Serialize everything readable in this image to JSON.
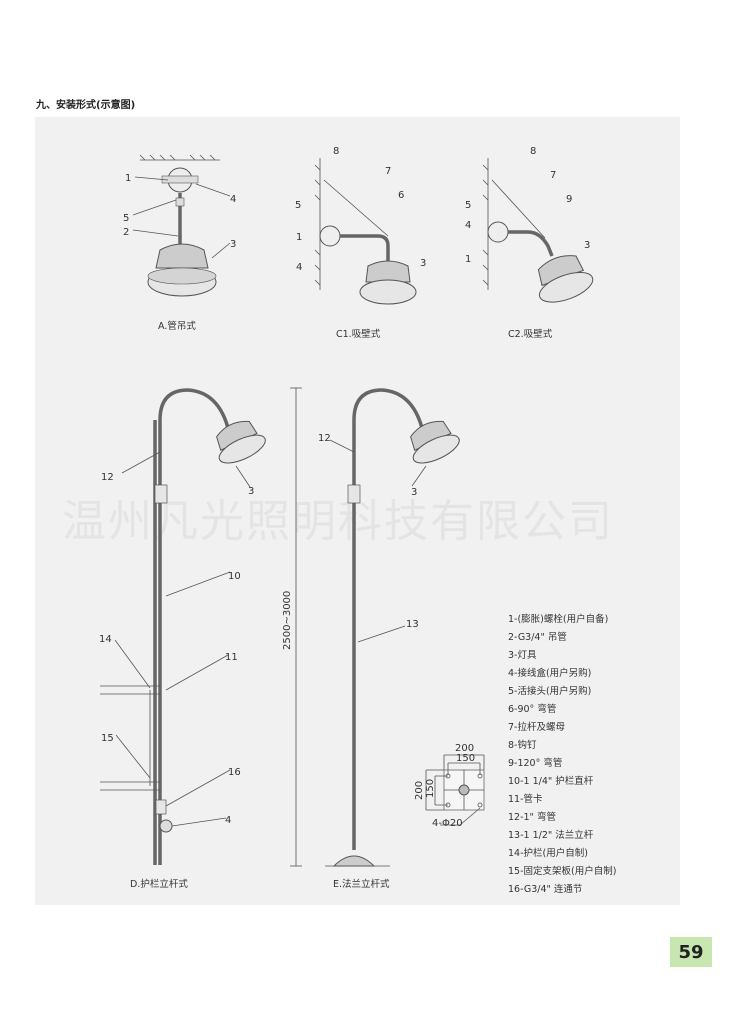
{
  "heading": "九、安装形式(示意图)",
  "watermark": "温州凡光照明科技有限公司",
  "captions": {
    "a": "A.管吊式",
    "c1": "C1.吸壁式",
    "c2": "C2.吸壁式",
    "d": "D.护栏立杆式",
    "e": "E.法兰立杆式"
  },
  "callouts": {
    "a": [
      "1",
      "4",
      "5",
      "2",
      "3"
    ],
    "c1": [
      "8",
      "7",
      "5",
      "6",
      "1",
      "4",
      "3"
    ],
    "c2": [
      "8",
      "7",
      "5",
      "9",
      "4",
      "1",
      "3"
    ],
    "d": [
      "12",
      "3",
      "10",
      "14",
      "11",
      "15",
      "16",
      "4"
    ],
    "e": [
      "12",
      "3",
      "13"
    ]
  },
  "dimension": "2500~3000",
  "flange": {
    "w_outer": "200",
    "w_inner": "150",
    "h_outer": "200",
    "h_inner": "150",
    "holes": "4-Φ20"
  },
  "legend": [
    "1-(膨胀)螺栓(用户自备)",
    "2-G3/4\" 吊管",
    "3-灯具",
    "4-接线盒(用户另购)",
    "5-活接头(用户另购)",
    "6-90° 弯管",
    "7-拉杆及螺母",
    "8-钩钉",
    "9-120° 弯管",
    "10-1 1/4\" 护栏直杆",
    "11-管卡",
    "12-1\" 弯管",
    "13-1 1/2\" 法兰立杆",
    "14-护栏(用户自制)",
    "15-固定支架板(用户自制)",
    "16-G3/4\" 连通节"
  ],
  "page_number": "59"
}
